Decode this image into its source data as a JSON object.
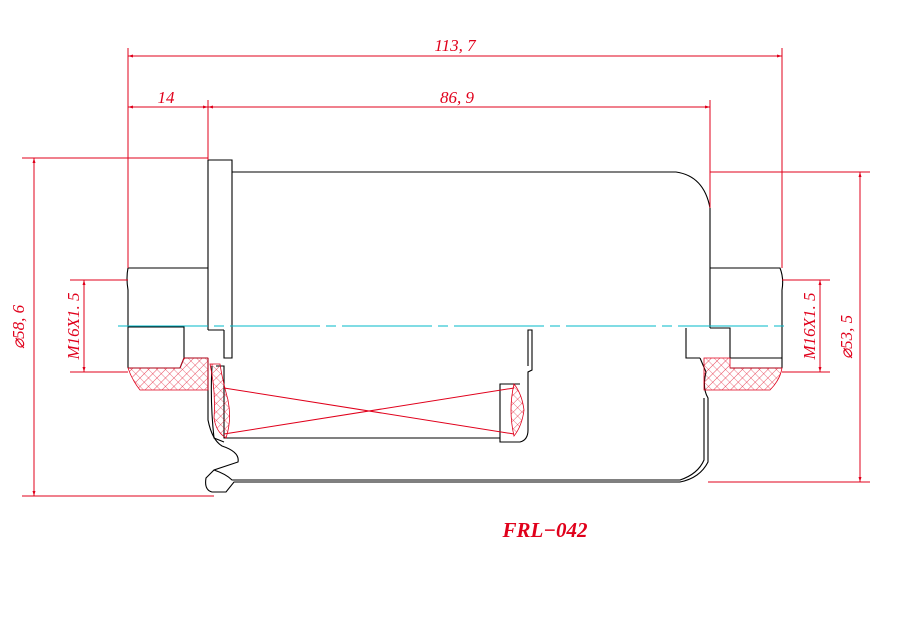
{
  "drawing": {
    "title": "FRL−042",
    "dimensions": {
      "overall_length": "113, 7",
      "left_offset": "14",
      "body_length": "86, 9",
      "left_diameter": "⌀58, 6",
      "right_diameter": "⌀53, 5",
      "left_thread": "M16X1. 5",
      "right_thread": "M16X1. 5"
    },
    "colors": {
      "dimension": "#e0001b",
      "outline": "#000000",
      "centerline": "#00b8c8"
    }
  }
}
